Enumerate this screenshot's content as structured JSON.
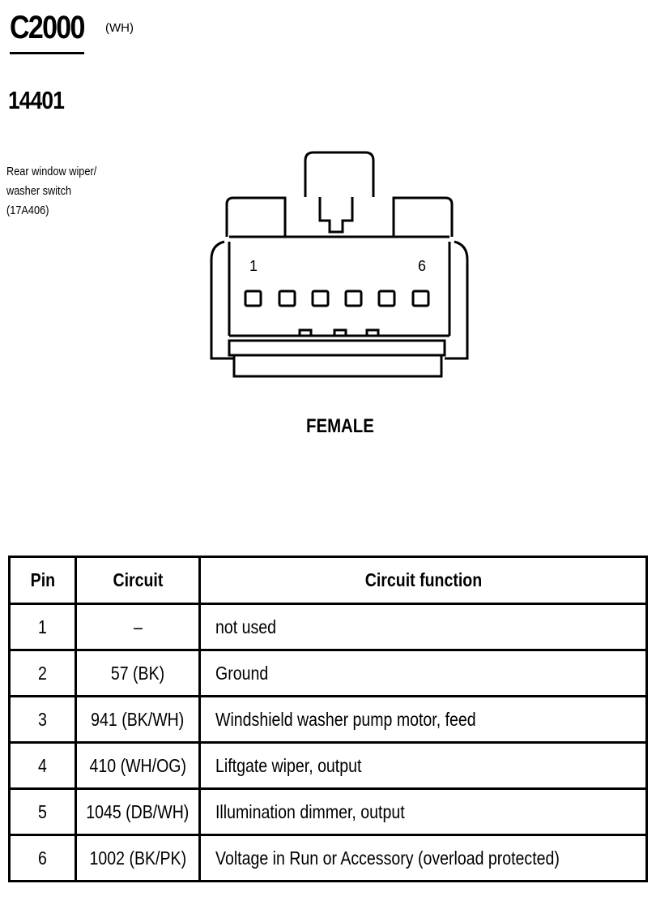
{
  "header": {
    "connector_id": "C2000",
    "color_code": "(WH)",
    "part_number": "14401",
    "description_lines": [
      "Rear window wiper/",
      "washer switch",
      "(17A406)"
    ]
  },
  "diagram": {
    "first_pin_label": "1",
    "last_pin_label": "6",
    "cavity_count": 6,
    "gender": "FEMALE"
  },
  "table": {
    "headers": {
      "pin": "Pin",
      "circuit": "Circuit",
      "function": "Circuit function"
    },
    "rows": [
      {
        "pin": "1",
        "circuit": "–",
        "function": "not used"
      },
      {
        "pin": "2",
        "circuit": "57 (BK)",
        "function": "Ground"
      },
      {
        "pin": "3",
        "circuit": "941 (BK/WH)",
        "function": "Windshield washer pump motor, feed"
      },
      {
        "pin": "4",
        "circuit": "410 (WH/OG)",
        "function": "Liftgate wiper, output"
      },
      {
        "pin": "5",
        "circuit": "1045 (DB/WH)",
        "function": "Illumination dimmer, output"
      },
      {
        "pin": "6",
        "circuit": "1002 (BK/PK)",
        "function": "Voltage in Run or Accessory (overload protected)"
      }
    ]
  }
}
